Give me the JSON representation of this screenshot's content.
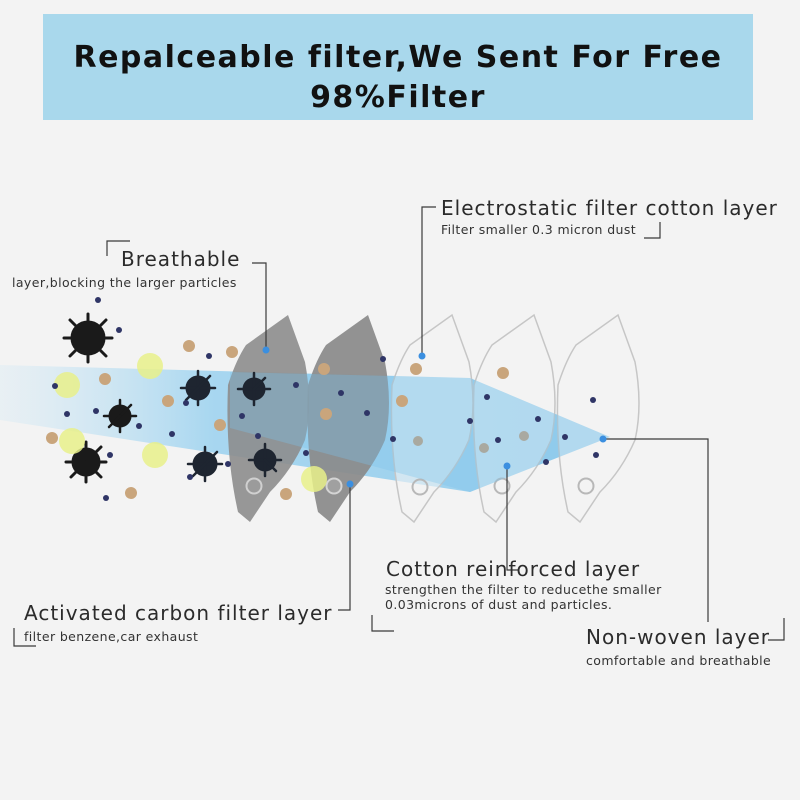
{
  "banner": {
    "line1": "Repalceable filter,We Sent For Free",
    "line2": "98%Filter",
    "background": "#a9d8ec"
  },
  "labels": {
    "electrostatic": {
      "title": "Electrostatic filter cotton layer",
      "sub": "Filter smaller 0.3 micron dust"
    },
    "breathable": {
      "title": "Breathable",
      "sub": "layer,blocking the larger particles"
    },
    "cotton": {
      "title": "Cotton reinforced layer",
      "sub1": "strengthen the filter to reducethe smaller",
      "sub2": "0.03microns of dust and particles."
    },
    "carbon": {
      "title": "Activated carbon filter layer",
      "sub": "filter benzene,car exhaust"
    },
    "nonwoven": {
      "title": "Non-woven layer",
      "sub": "comfortable and breathable"
    }
  },
  "icons": [
    "virus-icon",
    "particle-icon",
    "filter-layer-icon",
    "airflow-arrow-icon"
  ],
  "colors": {
    "airflow": "#7cc3ea",
    "carbon_layer": "#8c8c8c",
    "white_layer": "#f4f4f4",
    "pointer_dot": "#3b8fe0",
    "dust_tan": "#c9a57c",
    "pollen_yellow": "#e8f08a",
    "small_particle": "#2f3566"
  }
}
